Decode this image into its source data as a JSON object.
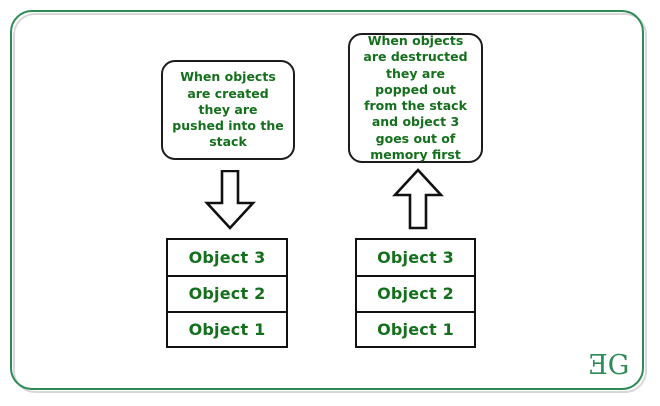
{
  "frame": {
    "border_color": "#2e8b57",
    "shadow_color": "#d8d8d8"
  },
  "theme": {
    "text_green": "#14701c",
    "outline_black": "#111111",
    "background": "#ffffff"
  },
  "notes": {
    "push": {
      "text": "When objects are created they are pushed into the stack"
    },
    "pop": {
      "text": "When objects are destructed they are popped out from the stack and object 3 goes out of memory first"
    }
  },
  "arrows": {
    "down": {
      "direction": "down",
      "name": "push-arrow"
    },
    "up": {
      "direction": "up",
      "name": "pop-arrow"
    }
  },
  "stacks": [
    {
      "id": "left",
      "cells": [
        "Object 3",
        "Object 2",
        "Object 1"
      ]
    },
    {
      "id": "right",
      "cells": [
        "Object 3",
        "Object 2",
        "Object 1"
      ]
    }
  ],
  "logo": {
    "mirrored_e": "E",
    "g": "G",
    "color": "#2e8b57"
  }
}
